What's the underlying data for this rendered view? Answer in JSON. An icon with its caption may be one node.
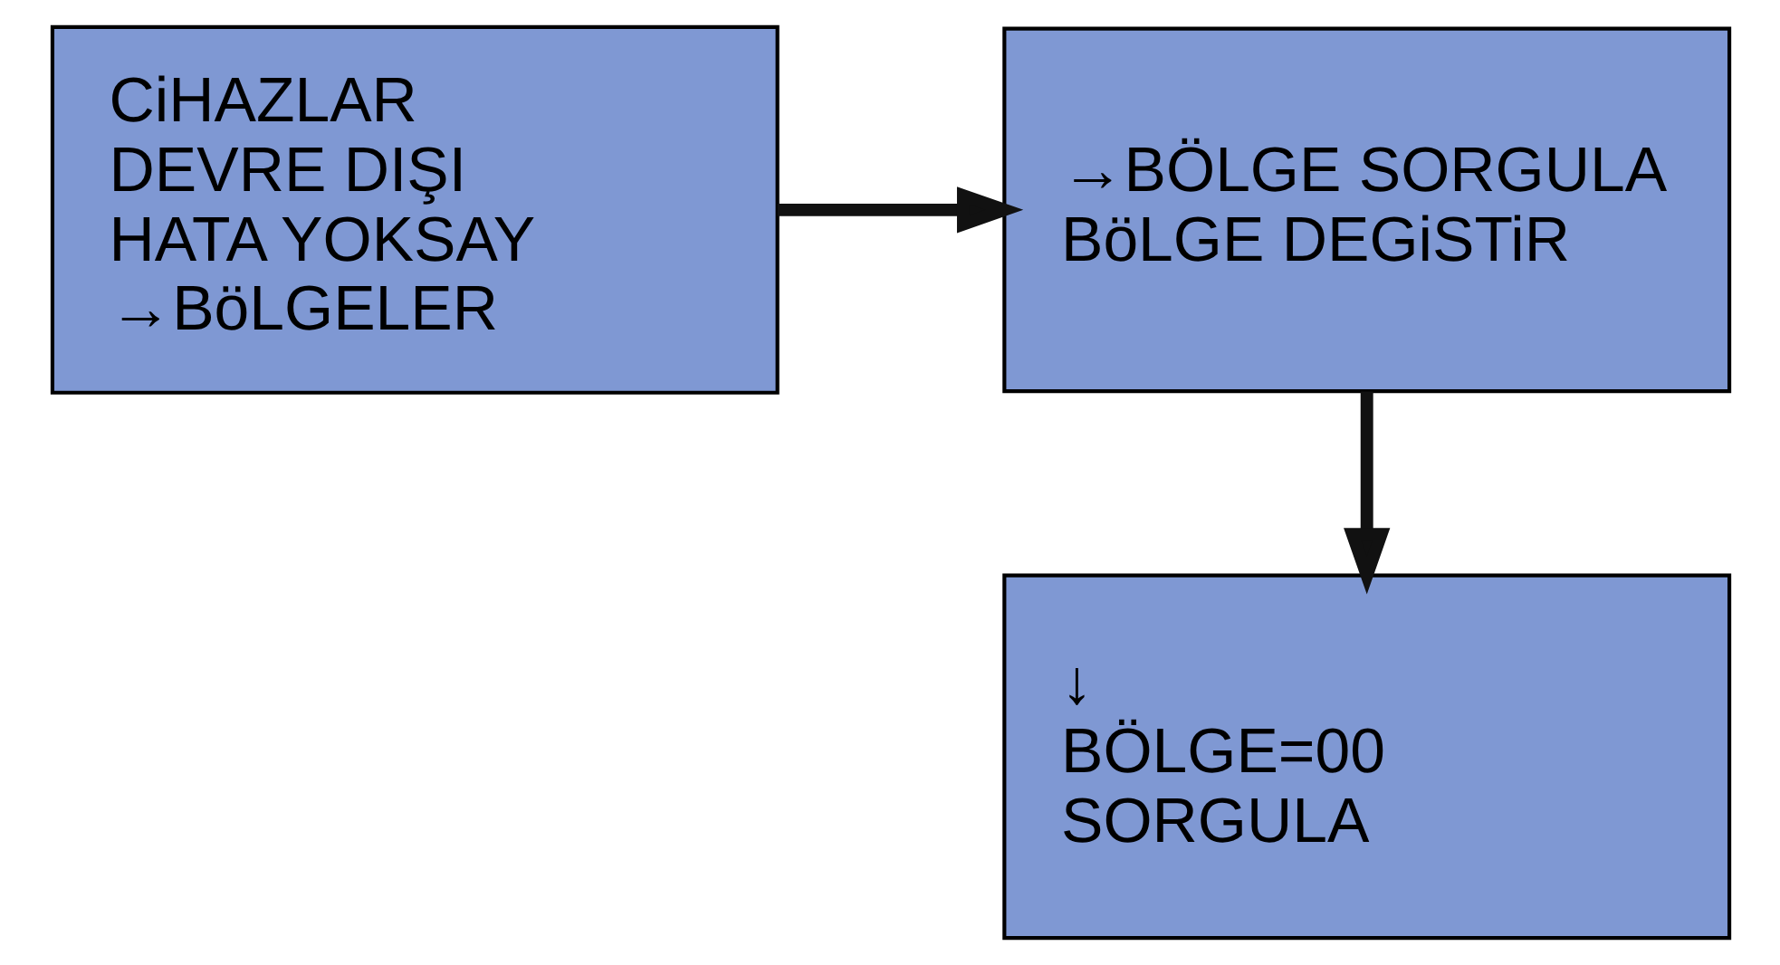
{
  "diagram": {
    "nodes": [
      {
        "text": [
          "CiHAZLAR",
          "DEVRE DIŞI",
          "HATA YOKSAY",
          "→BöLGELER"
        ]
      },
      {
        "text": [
          "→BÖLGE SORGULA",
          "BöLGE DEGiSTiR"
        ]
      },
      {
        "text": [
          "↓",
          "BÖLGE=00",
          "SORGULA"
        ]
      }
    ],
    "edges": [
      {
        "from": 0,
        "to": 1,
        "arrow": "to"
      },
      {
        "from": 1,
        "to": 2,
        "arrow": "to"
      }
    ]
  }
}
